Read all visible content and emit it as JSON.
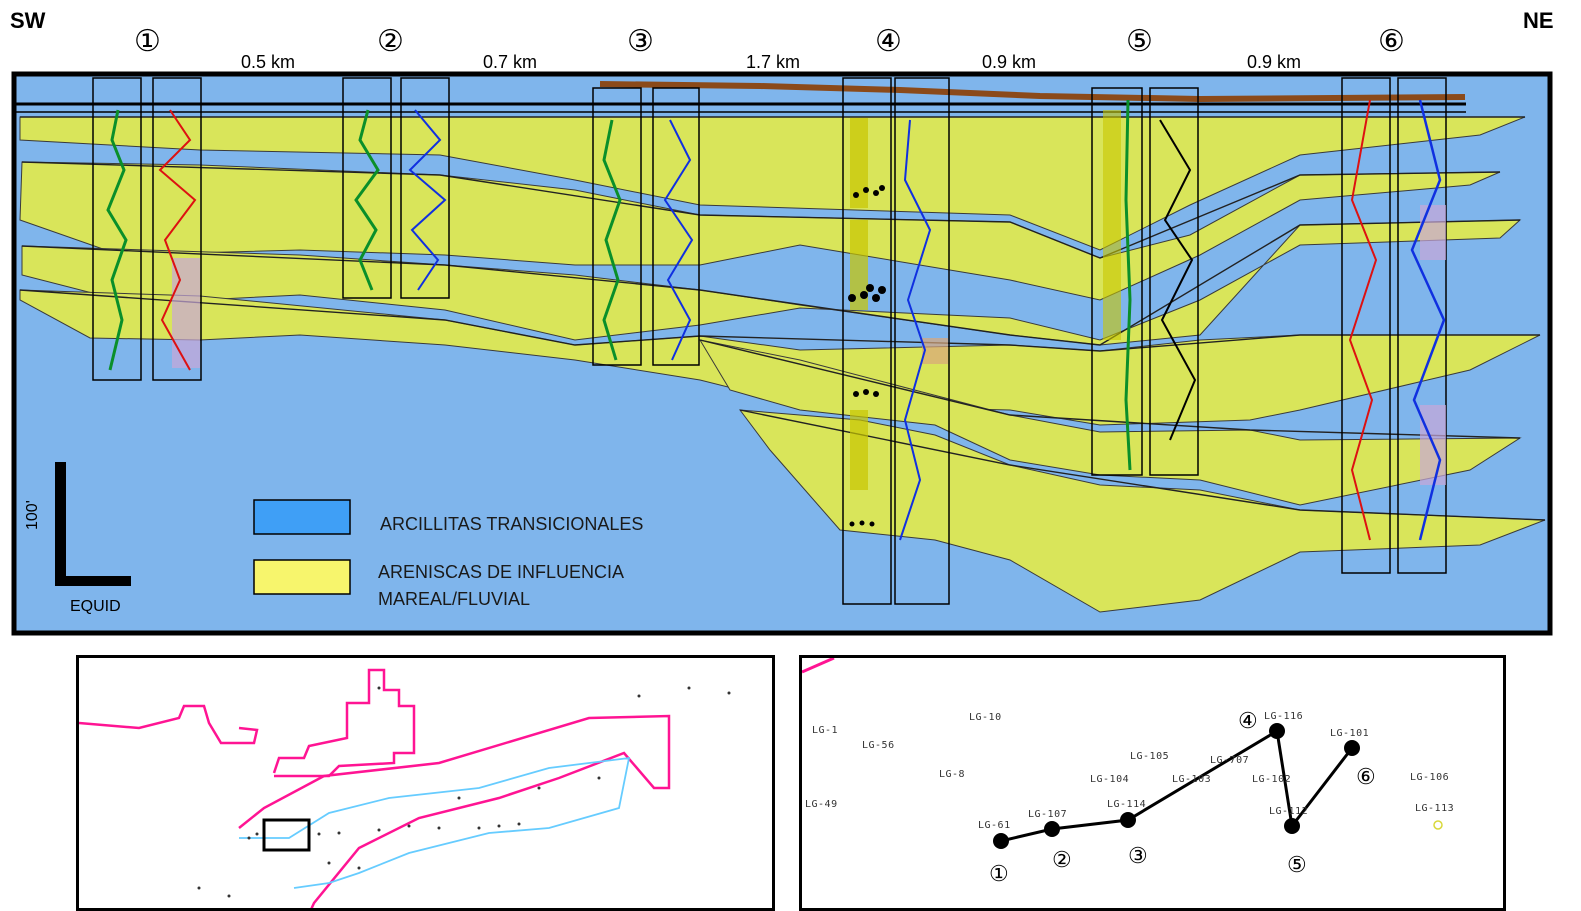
{
  "section": {
    "left_label": "SW",
    "right_label": "NE",
    "wells": [
      "①",
      "②",
      "③",
      "④",
      "⑤",
      "⑥"
    ],
    "distances": [
      "0.5 km",
      "0.7 km",
      "1.7 km",
      "0.9 km",
      "0.9 km"
    ],
    "scale_vertical": "100'",
    "scale_horizontal": "EQUID",
    "colors": {
      "background": "#7fb5ec",
      "sand": "#d9e55a",
      "shale": "#3f9ff6",
      "frame": "#000000",
      "datum": "#8b4a1a"
    }
  },
  "legend": {
    "items": [
      {
        "label": "ARCILLITAS TRANSICIONALES",
        "color": "#3f9ff6"
      },
      {
        "label_line1": "ARENISCAS DE INFLUENCIA",
        "label_line2": "MAREAL/FLUVIAL",
        "color": "#f7f56c"
      }
    ]
  },
  "index_map": {
    "polygon_colors": {
      "block": "#ff1493",
      "field": "#66ccff"
    }
  },
  "location_map": {
    "wells": [
      {
        "id": "LG-1"
      },
      {
        "id": "LG-56"
      },
      {
        "id": "LG-10"
      },
      {
        "id": "LG-8"
      },
      {
        "id": "LG-49"
      },
      {
        "id": "LG-105"
      },
      {
        "id": "LG-104"
      },
      {
        "id": "LG-103"
      },
      {
        "id": "LG-707"
      },
      {
        "id": "LG-116"
      },
      {
        "id": "LG-101"
      },
      {
        "id": "LG-102"
      },
      {
        "id": "LG-112"
      },
      {
        "id": "LG-114"
      },
      {
        "id": "LG-107"
      },
      {
        "id": "LG-61"
      },
      {
        "id": "LG-106"
      },
      {
        "id": "LG-113"
      }
    ],
    "numbers": [
      "①",
      "②",
      "③",
      "④",
      "⑤",
      "⑥"
    ]
  }
}
